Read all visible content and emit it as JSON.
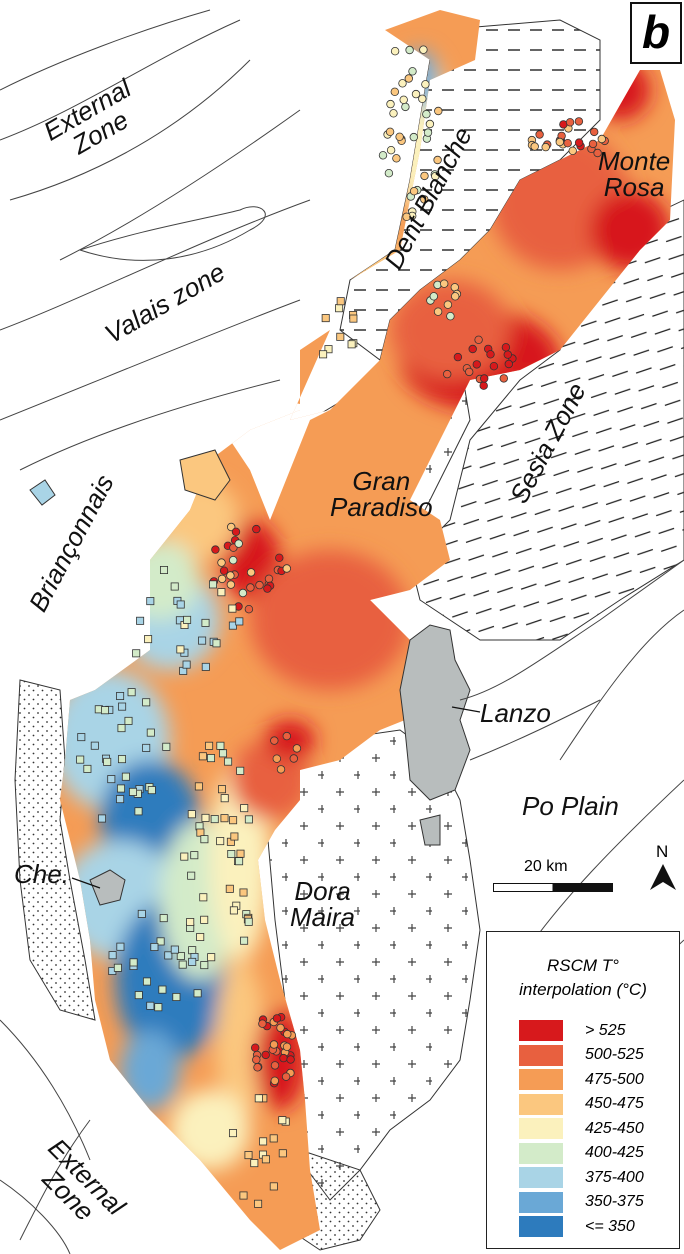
{
  "panel_letter": "b",
  "labels": {
    "external_zone_top": "External\nZone",
    "valais_zone": "Valais zone",
    "dent_blanche": "Dent Blanche",
    "monte_rosa": "Monte\nRosa",
    "sesia_zone": "Sesia Zone",
    "gran_paradiso": "Gran\nParadiso",
    "brianconnais": "Briançonnais",
    "lanzo": "Lanzo",
    "po_plain": "Po Plain",
    "che": "Che.",
    "dora_maira": "Dora\nMaira",
    "external_zone_bottom": "External\nZone"
  },
  "scale": {
    "label": "20 km"
  },
  "north_arrow": {
    "label": "N"
  },
  "legend": {
    "title_line1": "RSCM T°",
    "title_line2": "interpolation (°C)",
    "classes": [
      {
        "label": "> 525",
        "color": "#d7191c"
      },
      {
        "label": "500-525",
        "color": "#e8603f"
      },
      {
        "label": "475-500",
        "color": "#f59c55"
      },
      {
        "label": "450-475",
        "color": "#fbc77f"
      },
      {
        "label": "425-450",
        "color": "#fbf1bd"
      },
      {
        "label": "400-425",
        "color": "#d3ebc9"
      },
      {
        "label": "375-400",
        "color": "#a9d4e6"
      },
      {
        "label": "350-375",
        "color": "#6aa8d6"
      },
      {
        "label": "<= 350",
        "color": "#2d7bbd"
      }
    ]
  },
  "colors": {
    "gray_ophiolite": "#b8bdbd",
    "sample_outline": "#333333"
  }
}
